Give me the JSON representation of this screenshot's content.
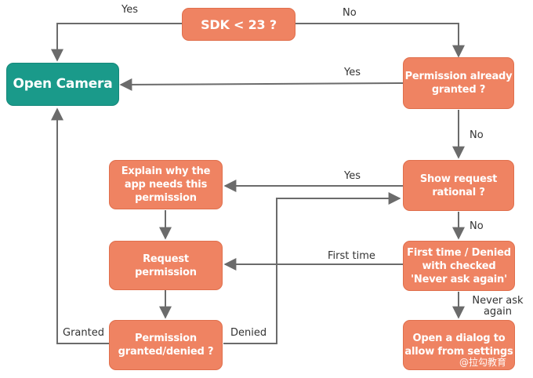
{
  "nodes": {
    "sdk_check": "SDK < 23 ?",
    "open_camera": "Open Camera",
    "permission_already_granted": "Permission already\ngranted ?",
    "show_request_rational": "Show request\nrational ?",
    "explain_why": "Explain why the\napp needs this\npermission",
    "first_time_denied": "First time / Denied\nwith checked\n'Never ask again'",
    "request_permission": "Request\npermission",
    "permission_result": "Permission\ngranted/denied ?",
    "open_dialog_settings": "Open a dialog to\nallow from settings"
  },
  "edge_labels": {
    "sdk_yes": "Yes",
    "sdk_no": "No",
    "granted_yes": "Yes",
    "granted_no": "No",
    "rational_yes": "Yes",
    "rational_no": "No",
    "first_time": "First time",
    "never_ask_again": "Never ask\nagain",
    "granted": "Granted",
    "denied": "Denied"
  },
  "watermark": "@拉勾教育",
  "colors": {
    "node_fill": "#ef8362",
    "start_fill": "#1a9a8a",
    "arrow": "#6b6b6b"
  }
}
